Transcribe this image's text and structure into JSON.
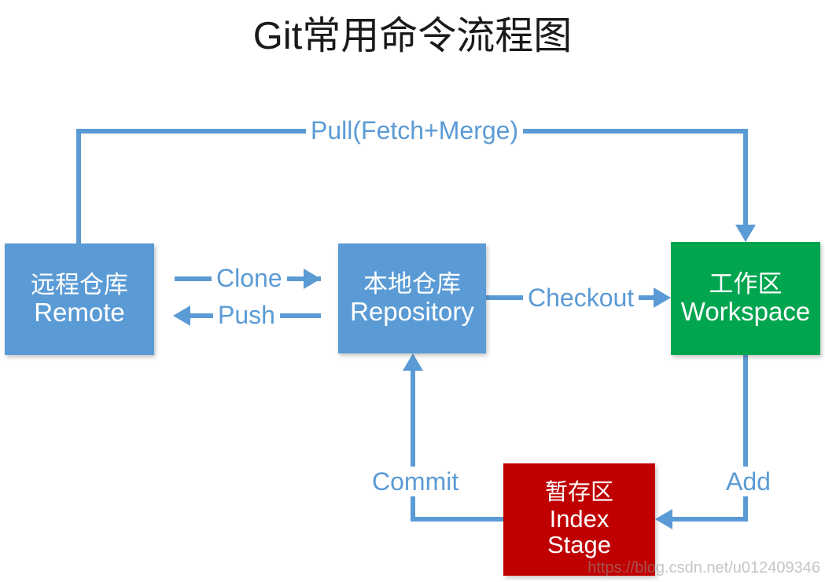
{
  "page": {
    "title": "Git常用命令流程图",
    "background_color": "#ffffff"
  },
  "colors": {
    "blue": "#5B9BD5",
    "green": "#00A550",
    "red": "#C00000",
    "title_text": "#1a1a1a",
    "label_text": "#5B9BD5",
    "node_text": "#ffffff"
  },
  "nodes": [
    {
      "id": "remote",
      "cn": "远程仓库",
      "en": "Remote",
      "color": "#5B9BD5"
    },
    {
      "id": "repository",
      "cn": "本地仓库",
      "en": "Repository",
      "color": "#5B9BD5"
    },
    {
      "id": "workspace",
      "cn": "工作区",
      "en": "Workspace",
      "color": "#00A550"
    },
    {
      "id": "index",
      "cn": "暂存区",
      "en": "Index",
      "en2": "Stage",
      "color": "#C00000"
    }
  ],
  "edges": [
    {
      "id": "pull",
      "label": "Pull(Fetch+Merge)",
      "from": "remote",
      "to": "workspace"
    },
    {
      "id": "clone",
      "label": "Clone",
      "from": "remote",
      "to": "repository"
    },
    {
      "id": "push",
      "label": "Push",
      "from": "repository",
      "to": "remote"
    },
    {
      "id": "checkout",
      "label": "Checkout",
      "from": "repository",
      "to": "workspace"
    },
    {
      "id": "add",
      "label": "Add",
      "from": "workspace",
      "to": "index"
    },
    {
      "id": "commit",
      "label": "Commit",
      "from": "index",
      "to": "repository"
    }
  ],
  "watermark": {
    "text": "https://blog.csdn.net/u012409346"
  }
}
